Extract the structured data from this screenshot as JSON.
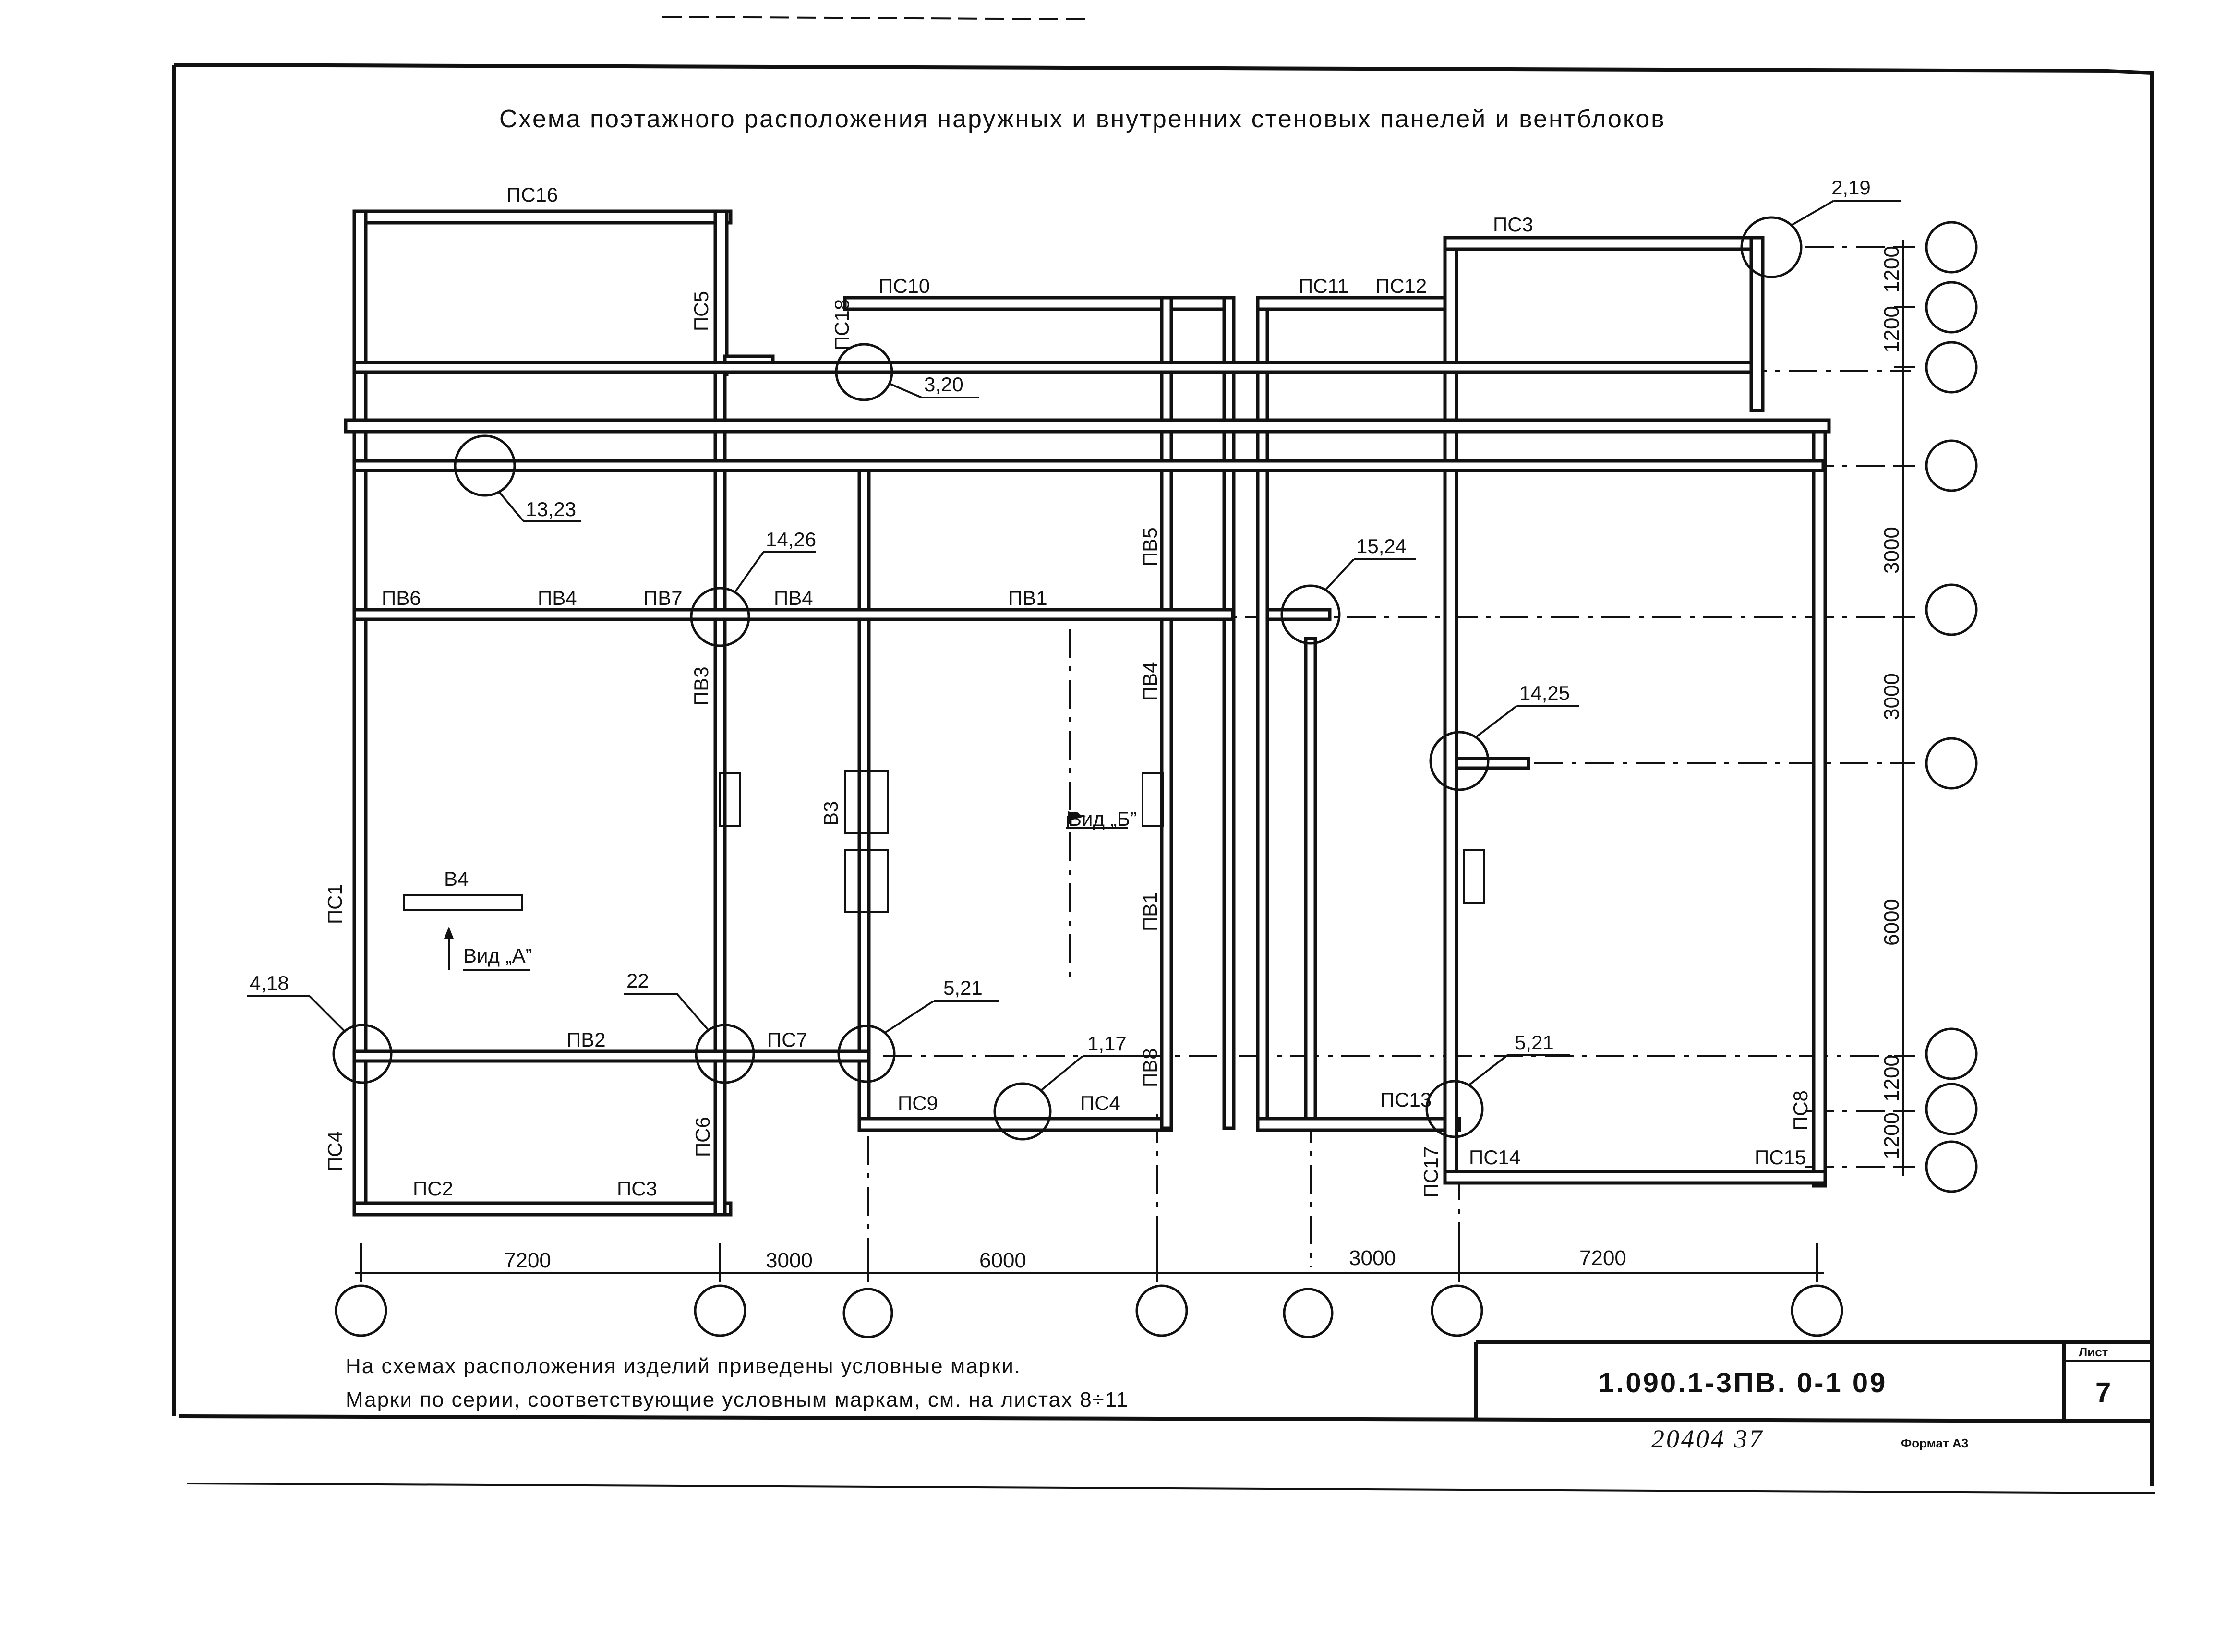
{
  "title": "Схема поэтажного расположения наружных и внутренних стеновых панелей и вентблоков",
  "panels": {
    "ps1": "ПС1",
    "ps2": "ПС2",
    "ps3_bottom": "ПС3",
    "ps3_top": "ПС3",
    "ps4_left": "ПС4",
    "ps4_mid": "ПС4",
    "ps5": "ПС5",
    "ps6": "ПС6",
    "ps7": "ПС7",
    "ps8": "ПС8",
    "ps9": "ПС9",
    "ps10": "ПС10",
    "ps11": "ПС11",
    "ps12": "ПС12",
    "ps13": "ПС13",
    "ps14": "ПС14",
    "ps15": "ПС15",
    "ps16": "ПС16",
    "ps17": "ПС17",
    "ps18": "ПС18",
    "pv1_h": "ПВ1",
    "pv1_v": "ПВ1",
    "pv2": "ПВ2",
    "pv3": "ПВ3",
    "pv4_a": "ПВ4",
    "pv4_b": "ПВ4",
    "pv4_v": "ПВ4",
    "pv5": "ПВ5",
    "pv6": "ПВ6",
    "pv7": "ПВ7",
    "pv8": "ПВ8"
  },
  "vent_blocks": {
    "v3": "В3",
    "v4": "В4"
  },
  "views": {
    "view_a": "Вид „А”",
    "view_b": "Вид „Б”"
  },
  "node_refs": {
    "n_2_19": "2,19",
    "n_3_20": "3,20",
    "n_13_23": "13,23",
    "n_14_26": "14,26",
    "n_15_24": "15,24",
    "n_14_25": "14,25",
    "n_4_18": "4,18",
    "n_22": "22",
    "n_5_21_a": "5,21",
    "n_1_17": "1,17",
    "n_5_21_b": "5,21"
  },
  "dimensions_bottom": [
    "7200",
    "3000",
    "6000",
    "3000",
    "7200"
  ],
  "dimensions_right": [
    "1200",
    "1200",
    "3000",
    "3000",
    "6000",
    "1200",
    "1200"
  ],
  "notes": {
    "line1": "На схемах расположения изделий приведены условные марки.",
    "line2": "Марки по серии, соответствующие условным маркам, см. на листах 8÷11"
  },
  "title_block": {
    "code": "1.090.1-3ПВ. 0-1   09",
    "sheet_label": "Лист",
    "sheet_number": "7"
  },
  "stamp_number": "20404   37",
  "format": "Формат А3"
}
